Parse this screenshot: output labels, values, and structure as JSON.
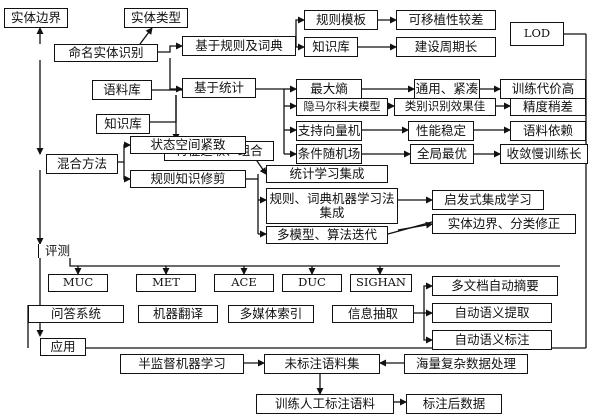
{
  "nodes": {
    "entity_boundary": "实体边界",
    "entity_type": "实体类型",
    "ner": "命名实体识别",
    "rule_dict": "基于规则及词典",
    "rule_template": "规则模板",
    "portability_poor": "可移植性较差",
    "knowledge_base_1": "知识库",
    "long_build_cycle": "建设周期长",
    "lod": "LOD",
    "corpus": "语料库",
    "statistics": "基于统计",
    "knowledge_base_2": "知识库",
    "feature_select": "特征选取、组合",
    "max_entropy": "最大熵",
    "general_compact": "通用、紧凑",
    "training_cost_high": "训练代价高",
    "hmm": "隐马尔科夫模型",
    "class_recog_good": "类别识别效果佳",
    "precision_low": "精度稍差",
    "svm": "支持向量机",
    "stable_perf": "性能稳定",
    "corpus_dependent": "语料依赖",
    "crf": "条件随机场",
    "global_optimal": "全局最优",
    "slow_convergence": "收敛慢训练长",
    "hybrid": "混合方法",
    "state_space_compact": "状态空间紧致",
    "rule_knowledge_prune": "规则知识修剪",
    "stat_ensemble": "统计学习集成",
    "rule_dict_ensemble": "规则、词典机器学习法集成",
    "heuristic_ensemble": "启发式集成学习",
    "multi_model_iter": "多模型、算法迭代",
    "entity_boundary_fix": "实体边界、分类修正",
    "evaluation": "评测",
    "eval_muc": "MUC",
    "eval_met": "MET",
    "eval_ace": "ACE",
    "eval_duc": "DUC",
    "eval_sighan": "SIGHAN",
    "qa_system": "问答系统",
    "machine_translation": "机器翻译",
    "multimedia_index": "多媒体索引",
    "info_extraction": "信息抽取",
    "multi_doc_summary": "多文档自动摘要",
    "auto_semantic_extract": "自动语义提取",
    "auto_semantic_label": "自动语义标注",
    "application": "应用",
    "semi_supervised": "半监督机器学习",
    "unlabeled_corpus": "未标注语料集",
    "massive_data": "海量复杂数据处理",
    "manual_labeled_training": "训练人工标注语料",
    "labeled_data": "标注后数据"
  },
  "colors": {
    "stroke": "#111111",
    "fill": "#ffffff"
  }
}
